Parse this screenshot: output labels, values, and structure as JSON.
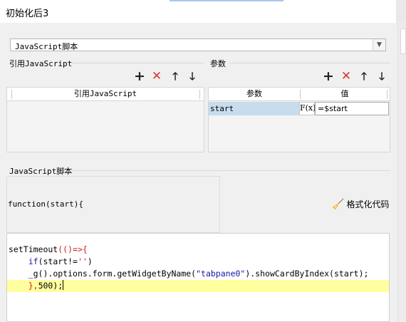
{
  "window": {
    "title": "初始化后3"
  },
  "type_select": {
    "value": "JavaScript脚本"
  },
  "references": {
    "title": "引用JavaScript",
    "column": "引用JavaScript",
    "toolbar": [
      "add-icon",
      "delete-icon",
      "arrow-up-icon",
      "arrow-down-icon"
    ]
  },
  "params": {
    "title": "参数",
    "columns": {
      "name": "参数",
      "value": "值"
    },
    "toolbar": [
      "add-icon",
      "delete-icon",
      "arrow-up-icon",
      "arrow-down-icon"
    ],
    "rows": [
      {
        "name": "start",
        "fx": "F(x)",
        "value": "=$start"
      }
    ]
  },
  "script": {
    "title": "JavaScript脚本",
    "signature": "function(start){",
    "format_label": "格式化代码",
    "format_icon": "broom-icon",
    "code": {
      "l1a": "setTimeout",
      "l1b": "(()=>{",
      "l2a": "if",
      "l2b": "(start!=",
      "l2c": "''",
      "l2d": ")",
      "l3a": "_g().options.form.getWidgetByName(",
      "l3b": "\"tabpane0\"",
      "l3c": ").showCardByIndex(start);",
      "l4a": "},",
      "l4b": "500",
      "l4c": ");"
    }
  },
  "colors": {
    "selected_row": "#c7dcec",
    "current_line": "#ffffa0",
    "delete_red": "#e0352b"
  }
}
